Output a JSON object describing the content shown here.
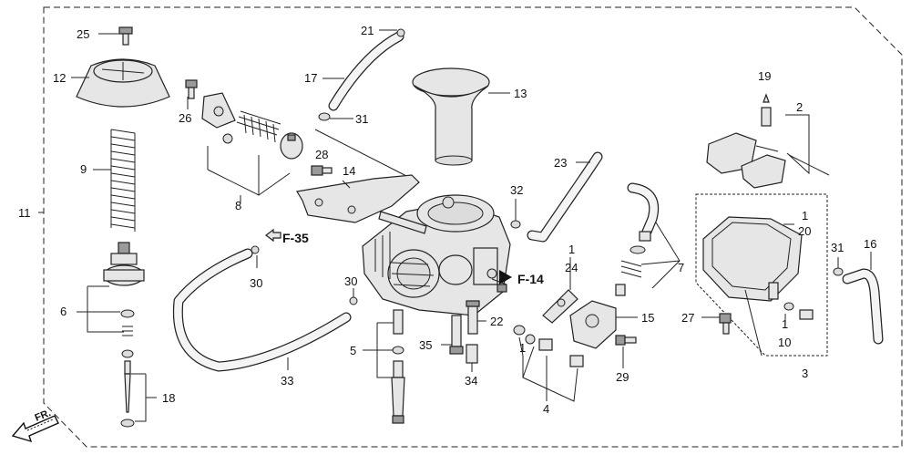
{
  "diagram": {
    "callouts": [
      {
        "id": "c25",
        "text": "25"
      },
      {
        "id": "c12",
        "text": "12"
      },
      {
        "id": "c9",
        "text": "9"
      },
      {
        "id": "c11",
        "text": "11"
      },
      {
        "id": "c6",
        "text": "6"
      },
      {
        "id": "c18",
        "text": "18"
      },
      {
        "id": "c26",
        "text": "26"
      },
      {
        "id": "c8",
        "text": "8"
      },
      {
        "id": "c17",
        "text": "17"
      },
      {
        "id": "c21",
        "text": "21"
      },
      {
        "id": "c31a",
        "text": "31"
      },
      {
        "id": "c13",
        "text": "13"
      },
      {
        "id": "c28",
        "text": "28"
      },
      {
        "id": "c14",
        "text": "14"
      },
      {
        "id": "c30a",
        "text": "30"
      },
      {
        "id": "c30b",
        "text": "30"
      },
      {
        "id": "c33",
        "text": "33"
      },
      {
        "id": "c5",
        "text": "5"
      },
      {
        "id": "c35",
        "text": "35"
      },
      {
        "id": "c34",
        "text": "34"
      },
      {
        "id": "c22",
        "text": "22"
      },
      {
        "id": "c32",
        "text": "32"
      },
      {
        "id": "c23",
        "text": "23"
      },
      {
        "id": "c1a",
        "text": "1"
      },
      {
        "id": "c24",
        "text": "24"
      },
      {
        "id": "c1b",
        "text": "1"
      },
      {
        "id": "c4",
        "text": "4"
      },
      {
        "id": "c15",
        "text": "15"
      },
      {
        "id": "c29",
        "text": "29"
      },
      {
        "id": "c7",
        "text": "7"
      },
      {
        "id": "c19",
        "text": "19"
      },
      {
        "id": "c2",
        "text": "2"
      },
      {
        "id": "c1c",
        "text": "1"
      },
      {
        "id": "c20",
        "text": "20"
      },
      {
        "id": "c31b",
        "text": "31"
      },
      {
        "id": "c16",
        "text": "16"
      },
      {
        "id": "c27",
        "text": "27"
      },
      {
        "id": "c1d",
        "text": "1"
      },
      {
        "id": "c10",
        "text": "10"
      },
      {
        "id": "c3",
        "text": "3"
      }
    ],
    "references": [
      {
        "id": "f35",
        "text": "F-35"
      },
      {
        "id": "f14",
        "text": "F-14"
      }
    ],
    "direction": {
      "text": "FR."
    }
  }
}
